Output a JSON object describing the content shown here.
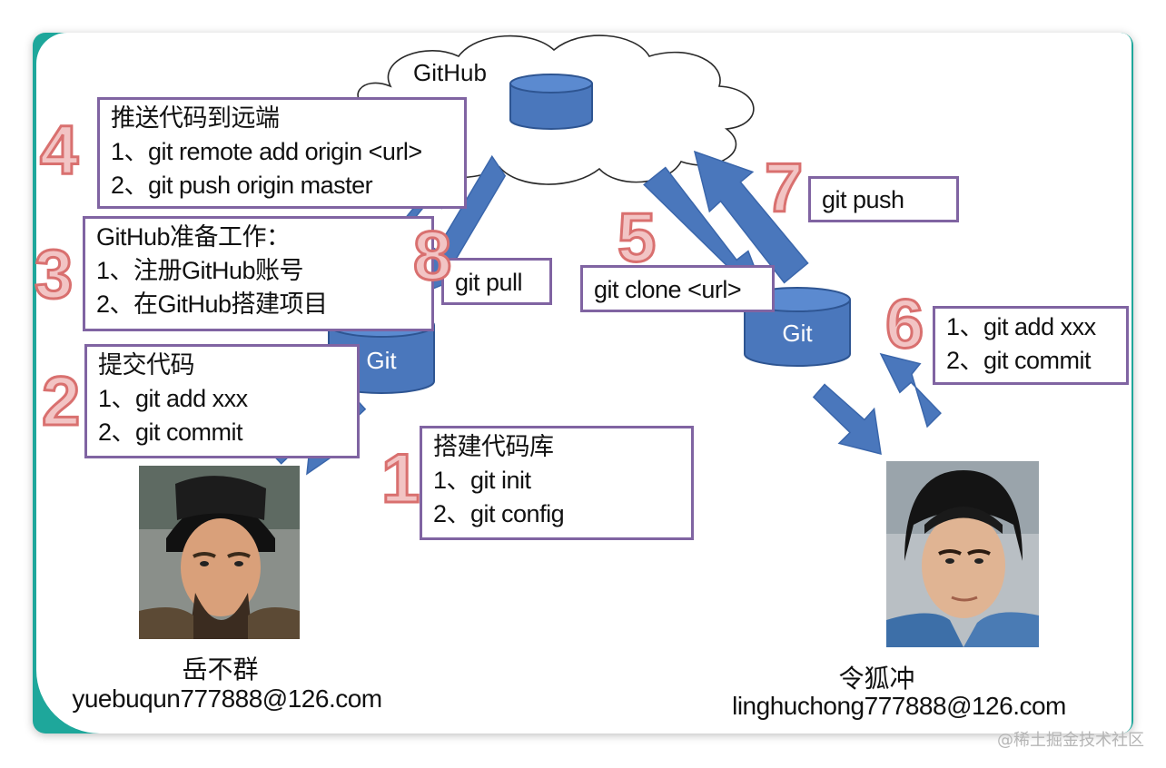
{
  "github_label": "GitHub",
  "git_label": "Git",
  "steps": {
    "s4": {
      "number": "4",
      "title": "推送代码到远端",
      "line1": "1、git remote add origin <url>",
      "line2": "2、git push origin master"
    },
    "s3": {
      "number": "3",
      "title": "GitHub准备工作：",
      "line1": "1、注册GitHub账号",
      "line2": "2、在GitHub搭建项目"
    },
    "s2": {
      "number": "2",
      "title": "提交代码",
      "line1": "1、git add xxx",
      "line2": "2、git commit"
    },
    "s1": {
      "number": "1",
      "title": "搭建代码库",
      "line1": "1、git init",
      "line2": "2、git config"
    },
    "s8": {
      "number": "8",
      "label": "git pull"
    },
    "s5": {
      "number": "5",
      "label": "git clone <url>"
    },
    "s7": {
      "number": "7",
      "label": "git push"
    },
    "s6": {
      "number": "6",
      "line1": "1、git add xxx",
      "line2": "2、git commit"
    }
  },
  "people": {
    "left": {
      "name": "岳不群",
      "email": "yuebuqun777888@126.com"
    },
    "right": {
      "name": "令狐冲",
      "email": "linghuchong777888@126.com"
    }
  },
  "colors": {
    "arrow": "#4a77bc",
    "cylinder": "#4a77bc",
    "box_border": "#8064a2",
    "number_fill": "#f2c4c4",
    "number_stroke": "#d9706f",
    "frame": "#1ea79b"
  },
  "watermark": "@稀土掘金技术社区"
}
